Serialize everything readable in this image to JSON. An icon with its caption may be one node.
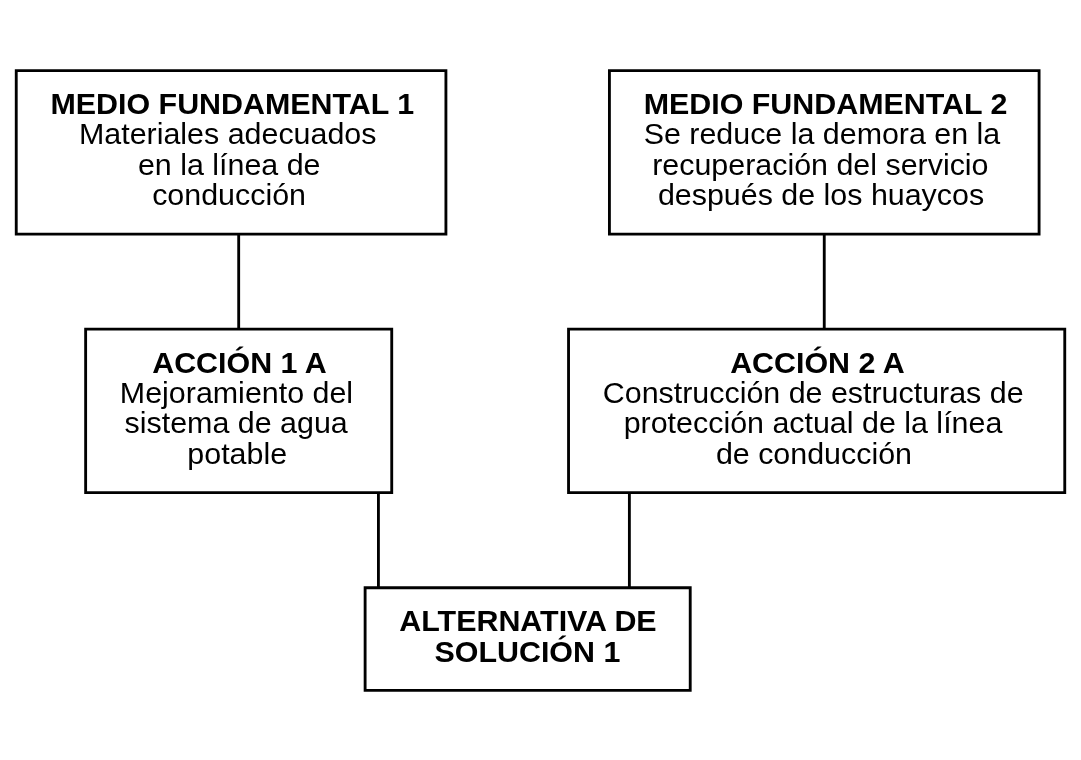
{
  "diagram": {
    "nodes": [
      {
        "text": [
          "MEDIO FUNDAMENTAL 1",
          "Materiales adecuados en la línea de conducción"
        ]
      },
      {
        "text": [
          "MEDIO FUNDAMENTAL 2",
          "Se reduce la demora en la recuperación del servicio después de los huaycos"
        ]
      },
      {
        "text": [
          "ACCIÓN 1 A",
          "Mejoramiento del sistema de agua potable"
        ]
      },
      {
        "text": [
          "ACCIÓN 2 A",
          "Construcción de estructuras de protección actual de la línea de conducción"
        ]
      },
      {
        "text": [
          "ALTERNATIVA DE SOLUCIÓN 1"
        ]
      }
    ],
    "edges": [
      {
        "from": 0,
        "to": 2,
        "arrow": "none"
      },
      {
        "from": 1,
        "to": 3,
        "arrow": "none"
      },
      {
        "from": 2,
        "to": 4,
        "arrow": "none"
      },
      {
        "from": 3,
        "to": 4,
        "arrow": "none"
      }
    ]
  }
}
